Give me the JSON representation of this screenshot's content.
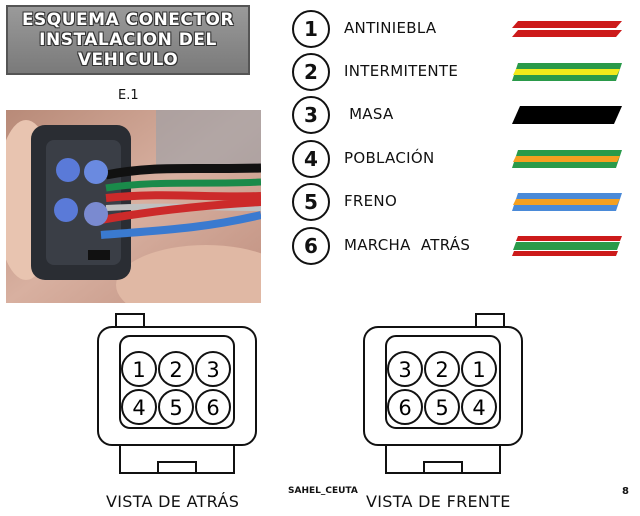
{
  "header": {
    "title_lines": [
      "ESQUEMA CONECTOR",
      "INSTALACION DEL",
      "VEHICULO"
    ],
    "caption": "E.1"
  },
  "legend": [
    {
      "number": "1",
      "label": "ANTINIEBLA",
      "colors": [
        "#cc1a1a",
        "#ffffff"
      ]
    },
    {
      "number": "2",
      "label": "INTERMITENTE",
      "colors": [
        "#2a9a4a",
        "#f2ea1a"
      ]
    },
    {
      "number": "3",
      "label": " MASA",
      "colors": [
        "#000000"
      ]
    },
    {
      "number": "4",
      "label": "POBLACIÓN",
      "colors": [
        "#2a9a4a",
        "#f5a020"
      ]
    },
    {
      "number": "5",
      "label": "FRENO",
      "colors": [
        "#4a8ad8",
        "#f5a020"
      ]
    },
    {
      "number": "6",
      "label": "MARCHA  ATRÁS",
      "colors": [
        "#2a9a4a",
        "#cc1a1a"
      ]
    }
  ],
  "views": {
    "rear": {
      "label": "VISTA DE ATRÁS",
      "pins_top": [
        "1",
        "2",
        "3"
      ],
      "pins_bottom": [
        "4",
        "5",
        "6"
      ]
    },
    "front": {
      "label": "VISTA DE FRENTE",
      "pins_top": [
        "3",
        "2",
        "1"
      ],
      "pins_bottom": [
        "6",
        "5",
        "4"
      ]
    }
  },
  "footer": {
    "credit": "SAHEL_CEUTA",
    "page": "8"
  }
}
